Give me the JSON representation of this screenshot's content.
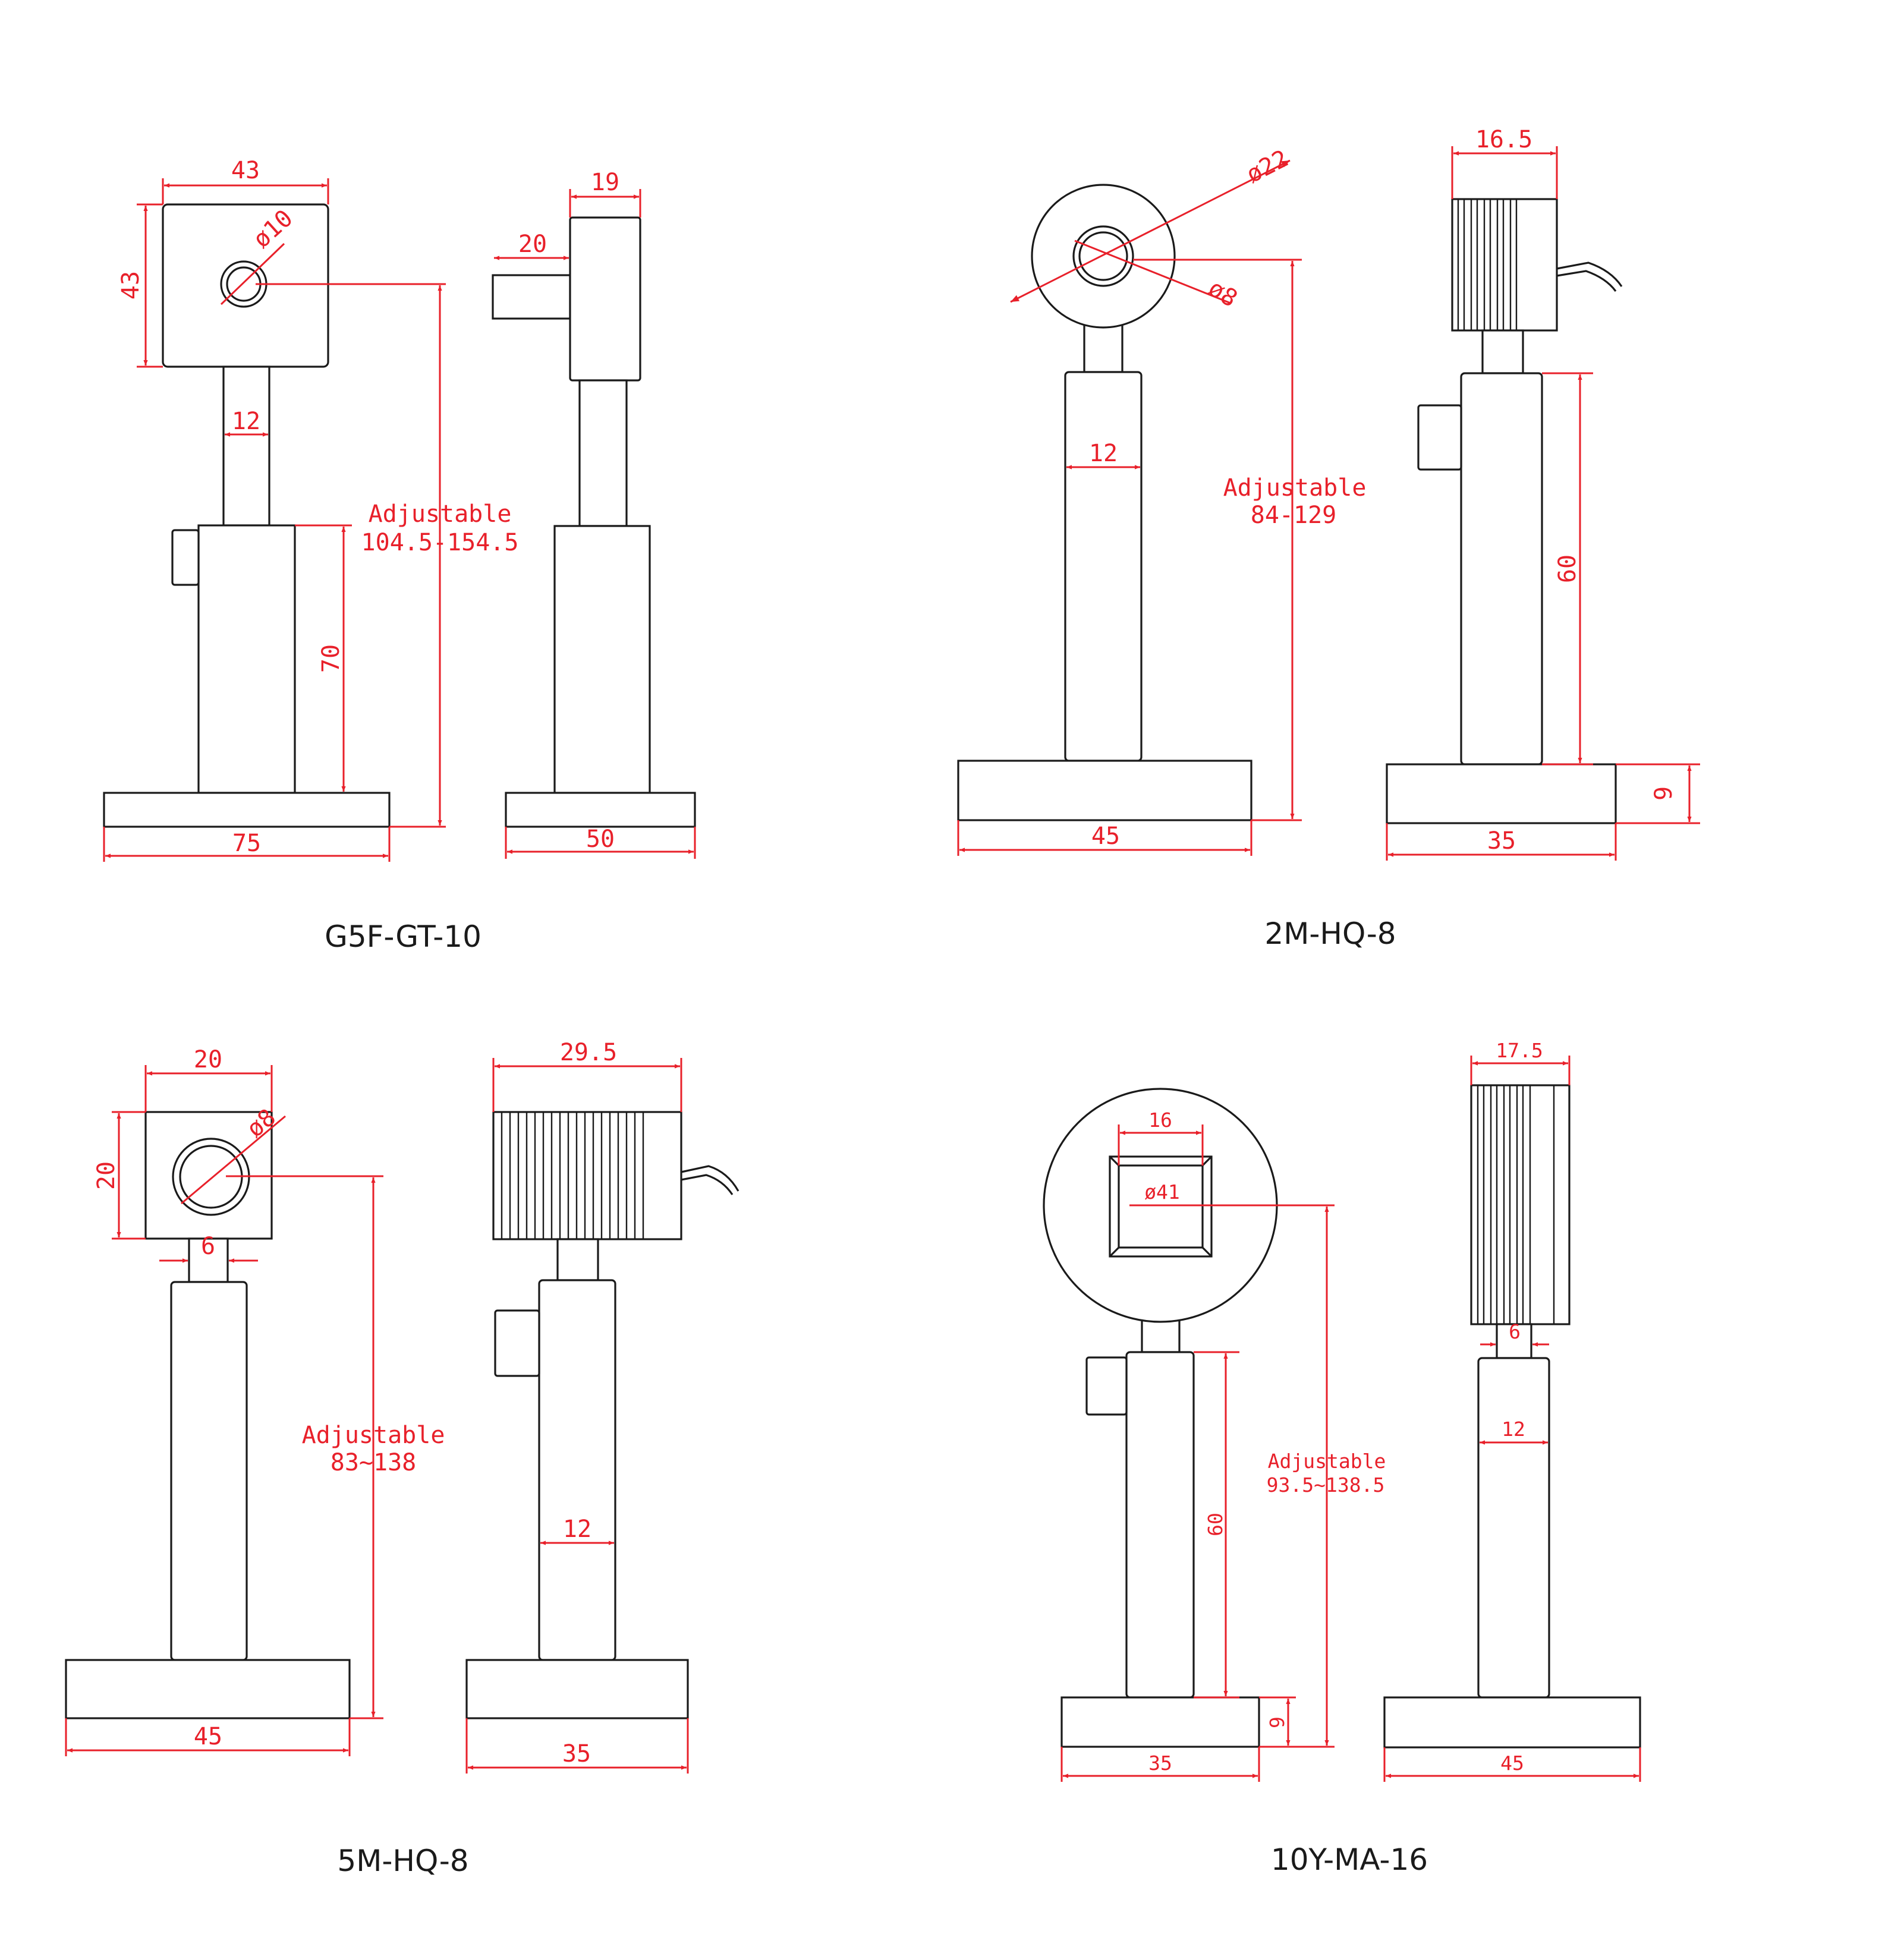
{
  "drawings": [
    {
      "caption": "G5F-GT-10",
      "dims": {
        "head_width": "43",
        "head_height": "43",
        "aperture": "ø10",
        "rod": "12",
        "adjustable_label": "Adjustable",
        "adjustable_range": "104.5-154.5",
        "base_height": "70",
        "base_width": "75",
        "side_width": "19",
        "side_offset": "20",
        "side_base": "50"
      }
    },
    {
      "caption": "2M-HQ-8",
      "dims": {
        "outer_dia": "ø22",
        "inner_dia": "ø8",
        "rod": "12",
        "adjustable_label": "Adjustable",
        "adjustable_range": "84-129",
        "base_width": "45",
        "side_width": "16.5",
        "post_height": "60",
        "base_thickness": "9",
        "side_base": "35"
      }
    },
    {
      "caption": "5M-HQ-8",
      "dims": {
        "head_width": "20",
        "head_height": "20",
        "aperture": "ø8",
        "neck": "6",
        "adjustable_label": "Adjustable",
        "adjustable_range": "83~138",
        "base_width": "45",
        "side_width": "29.5",
        "rod": "12",
        "side_base": "35"
      }
    },
    {
      "caption": "10Y-MA-16",
      "dims": {
        "window": "16",
        "outer_dia": "ø41",
        "adjustable_label": "Adjustable",
        "adjustable_range": "93.5~138.5",
        "post_height": "60",
        "base_thickness": "9",
        "base_width": "35",
        "side_width": "17.5",
        "neck": "6",
        "rod": "12",
        "side_base": "45"
      }
    }
  ]
}
